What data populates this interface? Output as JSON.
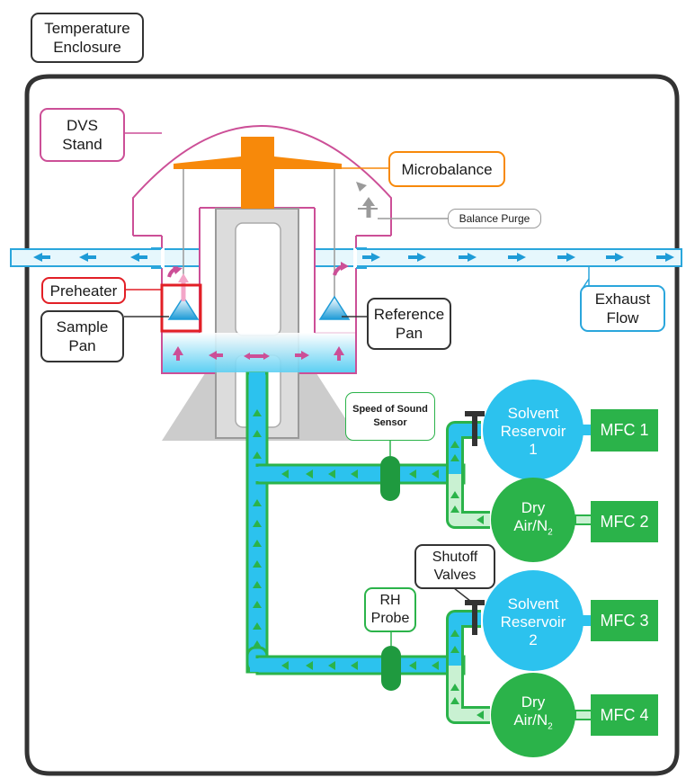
{
  "labels": {
    "temperature_enclosure": "Temperature\nEnclosure",
    "dvs_stand": "DVS\nStand",
    "microbalance": "Microbalance",
    "balance_purge": "Balance Purge",
    "preheater": "Preheater",
    "sample_pan": "Sample\nPan",
    "reference_pan": "Reference\nPan",
    "exhaust_flow": "Exhaust\nFlow",
    "speed_of_sound_sensor": "Speed of Sound\nSensor",
    "shutoff_valves": "Shutoff\nValves",
    "rh_probe": "RH\nProbe"
  },
  "components": {
    "solvent_reservoir_1": "Solvent\nReservoir\n1",
    "solvent_reservoir_2": "Solvent\nReservoir\n2",
    "dry_air_prefix": "Dry\nAir/N",
    "dry_air_subscript": "2",
    "mfc1": "MFC 1",
    "mfc2": "MFC 2",
    "mfc3": "MFC 3",
    "mfc4": "MFC 4"
  },
  "colors": {
    "pink": "#cc4f97",
    "orange": "#f7890a",
    "blue": "#1e9bd7",
    "cyan": "#2cc2ee",
    "green": "#2bb34a",
    "red": "#e21f26",
    "gray": "#cccccc"
  }
}
